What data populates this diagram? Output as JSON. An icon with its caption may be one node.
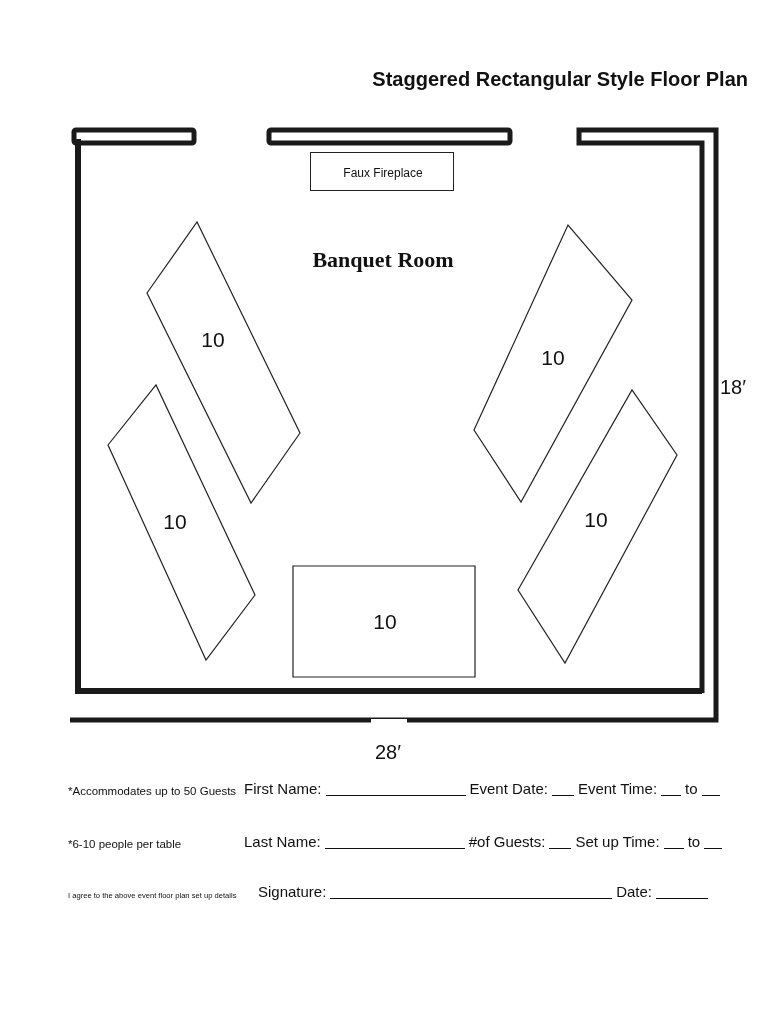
{
  "diagram": {
    "title": "Staggered Rectangular Style Floor Plan",
    "nodes": [
      {
        "text": [
          "Faux Fireplace"
        ]
      },
      {
        "text": [
          "10"
        ]
      },
      {
        "text": [
          "10"
        ]
      },
      {
        "text": [
          "10"
        ]
      },
      {
        "text": [
          "10"
        ]
      },
      {
        "text": [
          "10"
        ]
      }
    ],
    "labels": [
      "Banquet Room",
      "18′",
      "28′",
      "*Accommodates up to 50 Guests",
      "First Name:",
      "Event Date:",
      "Event Time:",
      "to",
      "*6-10 people per table",
      "Last Name:",
      "#of Guests:",
      "Set up Time:",
      "to",
      "I agree to the above event floor plan set up details",
      "Signature:",
      "Date:"
    ]
  }
}
